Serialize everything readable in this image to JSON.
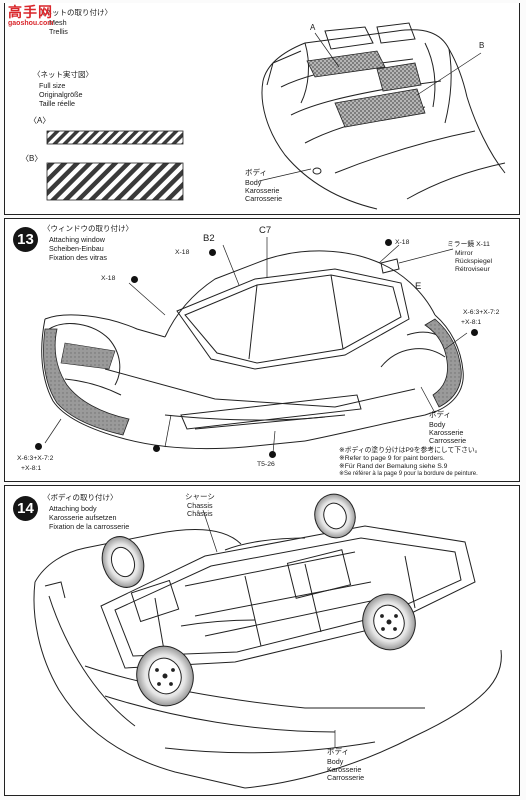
{
  "watermark": {
    "brand_text": "高手网",
    "url_text": "gaoshou.com"
  },
  "top_section": {
    "heading_jp": "〈ネットの取り付け〉",
    "heading_lines": [
      "Mesh",
      "Trellis"
    ],
    "mesh_heading_jp": "〈ネット実寸図〉",
    "mesh_lines": [
      "Full size",
      "Originalgröße",
      "Taille réelle"
    ],
    "mesh_a_label": "〈A〉",
    "mesh_b_label": "〈B〉",
    "callout_a": "A",
    "callout_b": "B",
    "body_jp": "ボディ",
    "body_lines": [
      "Body",
      "Karosserie",
      "Carrosserie"
    ]
  },
  "step13": {
    "number": "13",
    "heading_jp": "〈ウィンドウの取り付け〉",
    "heading_lines": [
      "Attaching window",
      "Scheiben-Einbau",
      "Fixation des vitras"
    ],
    "parts": {
      "b2": "B2",
      "c7": "C7",
      "e": "E",
      "x18_left": "X-18",
      "x18_mid": "X-18",
      "x18_right": "X-18",
      "mirror_code": "ミラー鏡 X-11",
      "mirror_lines": [
        "Mirror",
        "Rückspiegel",
        "Rétroviseur"
      ],
      "right_sticker_1": "X-6:3+X-7:2",
      "right_sticker_2": "+X-8:1",
      "left_sticker_1": "X-6:3+X-7:2",
      "left_sticker_2": "+X-8:1",
      "t5_26": "T5-26"
    },
    "body_jp": "ボディ",
    "body_lines": [
      "Body",
      "Karosserie",
      "Carrosserie"
    ],
    "note_lines": [
      "※ボディの塗り分けはP9を参考にして下さい。",
      "※Refer to page 9 for paint borders.",
      "※Für Rand der Bemalung siehe S.9",
      "※Se référer à la page 9 pour la bordure de peinture."
    ]
  },
  "step14": {
    "number": "14",
    "heading_jp": "〈ボディの取り付け〉",
    "heading_lines": [
      "Attaching body",
      "Karosserie aufsetzen",
      "Fixation de la carrosserie"
    ],
    "chassis_jp": "シャーシ",
    "chassis_lines": [
      "Chassis",
      "Châssis"
    ],
    "body_jp": "ボディ",
    "body_lines": [
      "Body",
      "Karosserie",
      "Carrosserie"
    ]
  }
}
